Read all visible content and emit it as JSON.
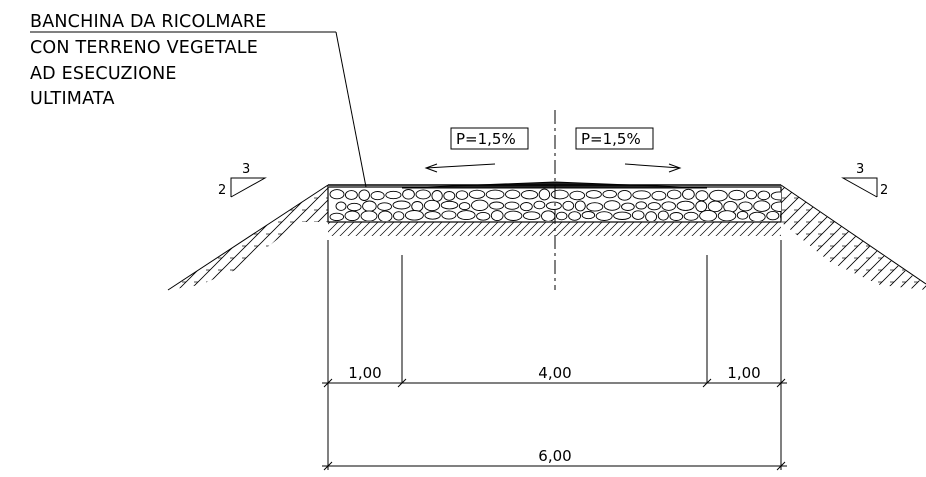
{
  "note": {
    "lines": [
      "BANCHINA DA RICOLMARE",
      "CON TERRENO VEGETALE",
      "AD ESECUZIONE",
      "ULTIMATA"
    ]
  },
  "slopes": {
    "left": "P=1,5%",
    "right": "P=1,5%"
  },
  "embankment": {
    "left": {
      "rise": "2",
      "run": "3"
    },
    "right": {
      "rise": "2",
      "run": "3"
    }
  },
  "dimensions": {
    "left_shoulder": "1,00",
    "carriageway": "4,00",
    "right_shoulder": "1,00",
    "total": "6,00"
  },
  "colors": {
    "ink": "#000000",
    "background": "#ffffff"
  }
}
